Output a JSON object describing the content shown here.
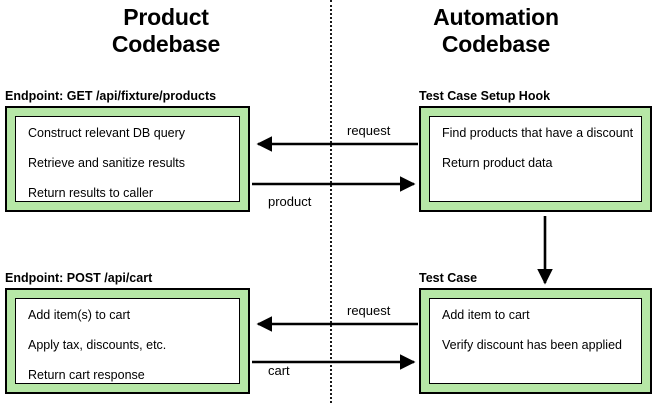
{
  "columns": {
    "left": {
      "title": "Product\nCodebase"
    },
    "right": {
      "title": "Automation\nCodebase"
    }
  },
  "divider": {
    "style": "dotted-vertical",
    "color": "#1a1a1a"
  },
  "groups": [
    {
      "id": "product-endpoint",
      "label": "Endpoint: GET /api/fixture/products",
      "lines": [
        "Construct relevant DB query",
        "Retrieve and sanitize results",
        "Return results to caller"
      ]
    },
    {
      "id": "setup-hook",
      "label": "Test Case Setup Hook",
      "lines": [
        "Find products that have a discount",
        "Return product data"
      ]
    },
    {
      "id": "cart-endpoint",
      "label": "Endpoint: POST /api/cart",
      "lines": [
        "Add item(s) to cart",
        "Apply tax, discounts, etc.",
        "Return cart response"
      ]
    },
    {
      "id": "test-case",
      "label": "Test Case",
      "lines": [
        "Add item to cart",
        "Verify discount has been applied"
      ]
    }
  ],
  "arrows": [
    {
      "id": "request-top",
      "label": "request",
      "direction": "right-to-left"
    },
    {
      "id": "product",
      "label": "product",
      "direction": "left-to-right"
    },
    {
      "id": "request-bottom",
      "label": "request",
      "direction": "right-to-left"
    },
    {
      "id": "cart",
      "label": "cart",
      "direction": "left-to-right"
    },
    {
      "id": "setup-to-testcase",
      "label": "",
      "direction": "top-to-bottom"
    }
  ],
  "colors": {
    "box_fill": "#b6e7a6",
    "box_border": "#000000",
    "inner_fill": "#ffffff",
    "background": "#ffffff",
    "stroke": "#000000"
  }
}
